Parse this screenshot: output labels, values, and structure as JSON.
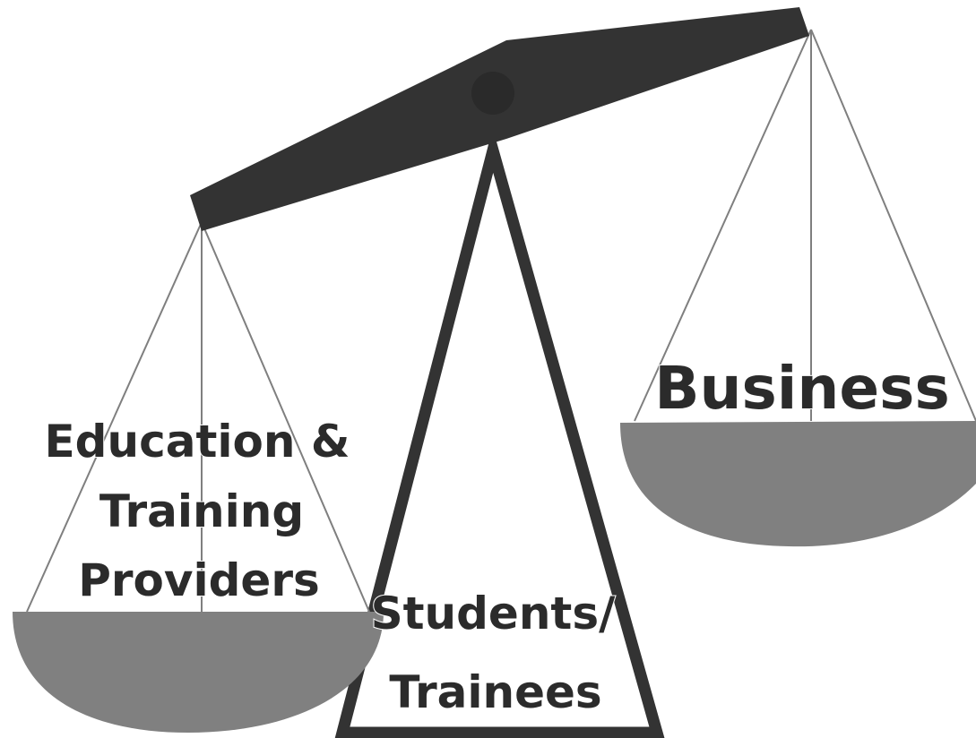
{
  "labels": {
    "left_pan_line1": "Education &",
    "left_pan_line2": "Training",
    "left_pan_line3": "Providers",
    "right_pan": "Business",
    "fulcrum_line1": "Students/",
    "fulcrum_line2": "Trainees"
  },
  "colors": {
    "beam": "#333333",
    "pan": "#808080",
    "cord": "#7f7f7f",
    "text": "#2b2b2b",
    "background": "#ffffff"
  }
}
